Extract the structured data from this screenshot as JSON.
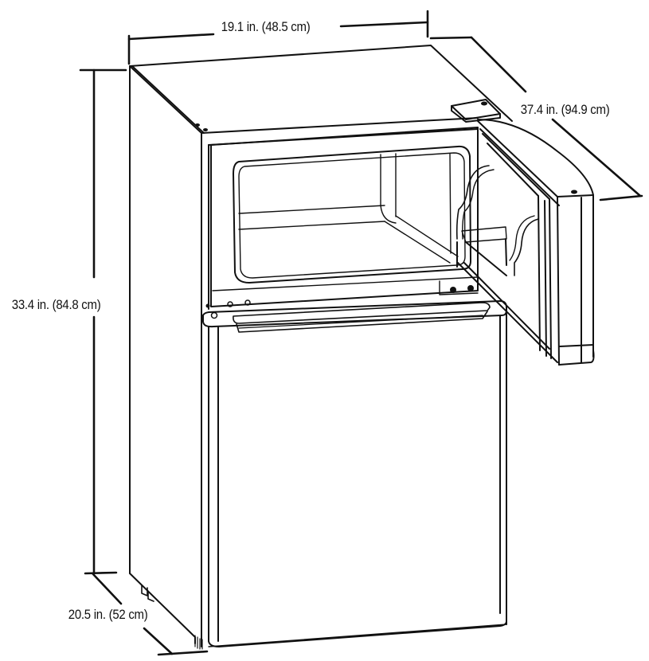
{
  "diagram": {
    "subject": "Compact two-door refrigerator with freezer door open",
    "line_color": "#111111",
    "background": "#ffffff",
    "dimensions": {
      "width": {
        "label": "19.1 in. (48.5 cm)",
        "inches": 19.1,
        "cm": 48.5
      },
      "depth_door_open": {
        "label": "37.4 in. (94.9 cm)",
        "inches": 37.4,
        "cm": 94.9
      },
      "height": {
        "label": "33.4 in. (84.8 cm)",
        "inches": 33.4,
        "cm": 84.8
      },
      "depth": {
        "label": "20.5 in. (52 cm)",
        "inches": 20.5,
        "cm": 52
      }
    }
  }
}
